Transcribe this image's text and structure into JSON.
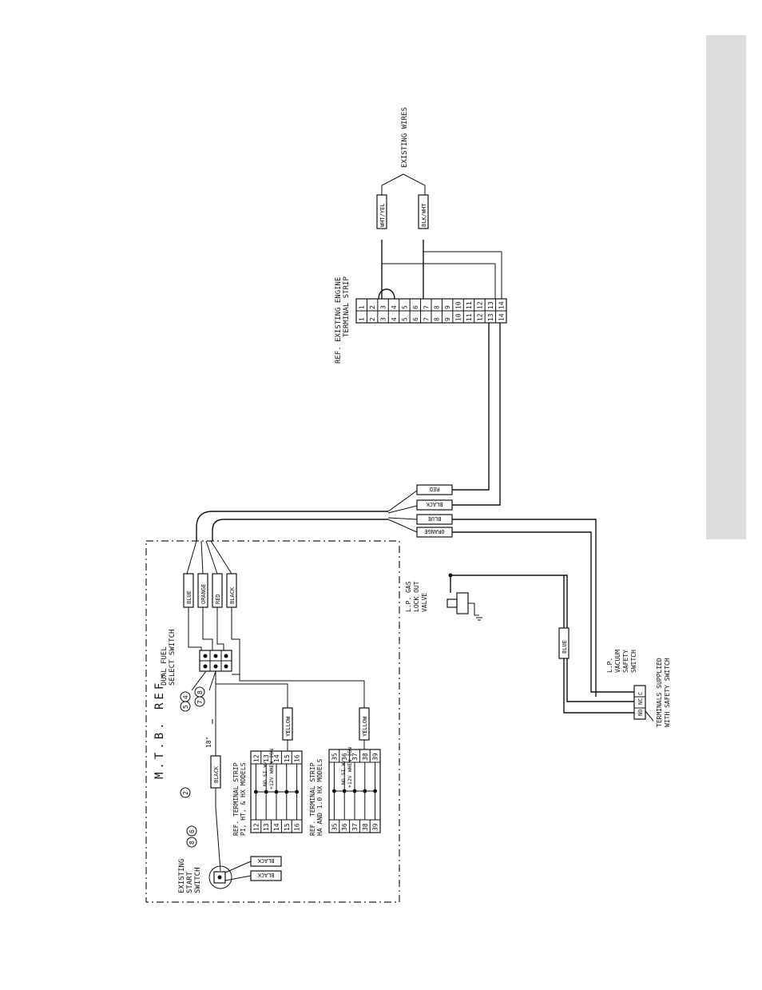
{
  "diagram": {
    "mtb_ref": "M.T.B. REF.",
    "existing_wires": "EXISTING WIRES",
    "engine_strip": {
      "line1": "REF. EXISTING ENGINE",
      "line2": "TERMINAL STRIP",
      "terminals": [
        "1",
        "2",
        "3",
        "4",
        "5",
        "6",
        "7",
        "8",
        "9",
        "10",
        "11",
        "12",
        "13",
        "14"
      ]
    },
    "wire_tags": {
      "wht_yel": "WHT/YEL",
      "blk_wht": "BLK/WHT"
    },
    "harness_tags": [
      "RED",
      "BLACK",
      "BLUE",
      "ORANGE"
    ],
    "dual_fuel": {
      "line1": "DUAL FUEL",
      "line2": "SELECT SWITCH",
      "tags": [
        "BLUE",
        "ORANGE",
        "RED",
        "BLACK"
      ]
    },
    "callouts": [
      "4",
      "5",
      "8",
      "7",
      "2",
      "8",
      "6"
    ],
    "start_switch": {
      "line1": "EXISTING",
      "line2": "START",
      "line3": "SWITCH",
      "tags": [
        "BLACK",
        "BLACK"
      ]
    },
    "black_18": {
      "dim": "18\"",
      "tag": "BLACK"
    },
    "strip1": {
      "line1": "REF. TERMINAL STRIP",
      "line2": "PI, HT, & HX MODELS",
      "left": [
        "12",
        "13",
        "14",
        "15",
        "16"
      ],
      "right": [
        "12",
        "13",
        "14",
        "15",
        "16"
      ],
      "tag": "YELLOW",
      "note1": "NO SI W/",
      "note2": "+12V WHEN IGN"
    },
    "strip2": {
      "line1": "REF. TERMINAL STRIP",
      "line2": "HA AND 1.0 HX MODELS",
      "left": [
        "35",
        "36",
        "37",
        "38",
        "39"
      ],
      "right": [
        "35",
        "36",
        "37",
        "38",
        "39"
      ],
      "tag": "YELLOW",
      "note1": "NO SI W/",
      "note2": "+12V WHEN IGN"
    },
    "lp_gas": {
      "line1": "L.P. GAS",
      "line2": "LOCK OUT",
      "line3": "VALVE"
    },
    "blue_tag": "BLUE",
    "vacuum": {
      "line1": "L.P.",
      "line2": "VACUUM",
      "line3": "SAFETY",
      "line4": "SWITCH",
      "pins": [
        "C",
        "NC",
        "NO"
      ]
    },
    "terminals_note": {
      "line1": "TERMINALS SUPPLIED",
      "line2": "WITH SAFETY SWITCH"
    }
  },
  "colors": {
    "ink": "#111111",
    "side_tab": "#dcdcdc",
    "paper": "#ffffff"
  }
}
